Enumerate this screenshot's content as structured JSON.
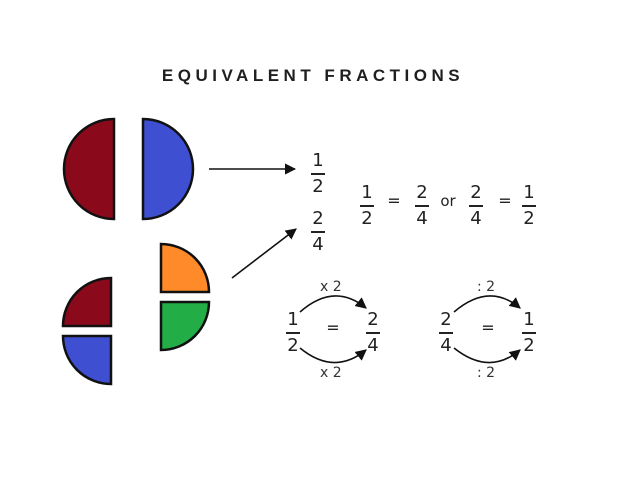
{
  "title": "EQUIVALENT FRACTIONS",
  "colors": {
    "maroon": "#8a0a1c",
    "blue": "#3f4fd1",
    "orange": "#ff8a2a",
    "green": "#22ad47",
    "outline": "#111111"
  },
  "shapes": {
    "whole_circle": [
      "maroon-half",
      "blue-half"
    ],
    "quartered_circle": [
      "maroon-quarter",
      "blue-quarter",
      "orange-quarter",
      "green-quarter"
    ]
  },
  "labels": {
    "half": {
      "num": "1",
      "den": "2"
    },
    "quarters": {
      "num": "2",
      "den": "4"
    }
  },
  "equation": {
    "left": {
      "num": "1",
      "den": "2"
    },
    "eq1": "=",
    "mid1": {
      "num": "2",
      "den": "4"
    },
    "or": "or",
    "mid2": {
      "num": "2",
      "den": "4"
    },
    "eq2": "=",
    "right": {
      "num": "1",
      "den": "2"
    }
  },
  "multiply_example": {
    "from": {
      "num": "1",
      "den": "2"
    },
    "eq": "=",
    "to": {
      "num": "2",
      "den": "4"
    },
    "top_label": "x 2",
    "bottom_label": "x 2"
  },
  "divide_example": {
    "from": {
      "num": "2",
      "den": "4"
    },
    "eq": "=",
    "to": {
      "num": "1",
      "den": "2"
    },
    "top_label": ": 2",
    "bottom_label": ": 2"
  }
}
